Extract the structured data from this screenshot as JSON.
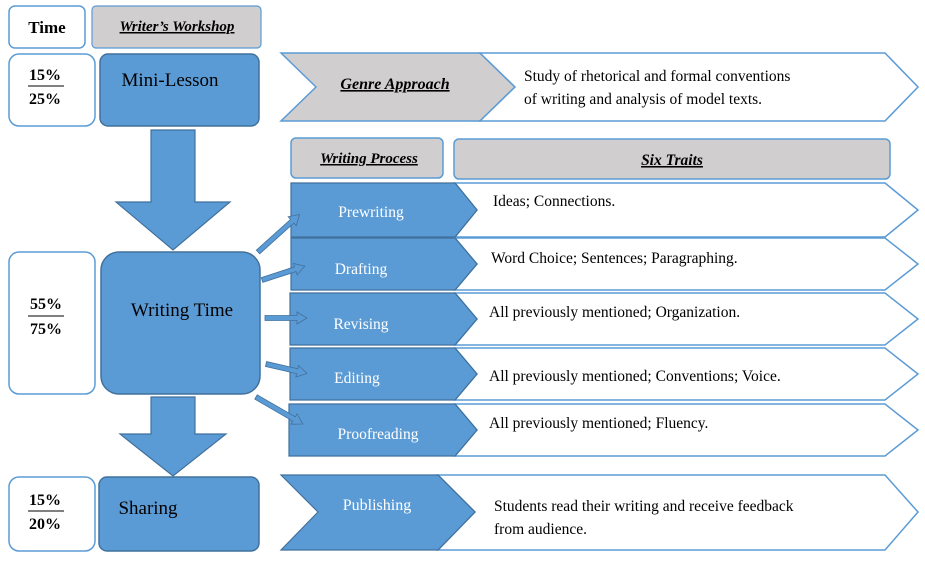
{
  "header": {
    "time_label": "Time",
    "workshop_label": "Writer’s Workshop"
  },
  "time_blocks": [
    {
      "top": "15%",
      "bottom": "25%"
    },
    {
      "top": "55%",
      "bottom": "75%"
    },
    {
      "top": "15%",
      "bottom": "20%"
    }
  ],
  "phases": {
    "mini_lesson": "Mini-Lesson",
    "writing_time": "Writing Time",
    "sharing": "Sharing"
  },
  "genre": {
    "label": "Genre Approach",
    "description_line1": "Study of rhetorical and formal conventions",
    "description_line2": "of writing and analysis of model texts."
  },
  "column_headers": {
    "writing_process": "Writing Process",
    "six_traits": "Six Traits"
  },
  "process_steps": [
    {
      "step": "Prewriting",
      "traits": "Ideas; Connections."
    },
    {
      "step": "Drafting",
      "traits": "Word Choice; Sentences; Paragraphing."
    },
    {
      "step": "Revising",
      "traits": "All previously mentioned; Organization."
    },
    {
      "step": "Editing",
      "traits": "All previously mentioned; Conventions; Voice."
    },
    {
      "step": "Proofreading",
      "traits": "All previously mentioned; Fluency."
    }
  ],
  "publishing": {
    "label": "Publishing",
    "description_line1": "Students read their writing and receive feedback",
    "description_line2": "from audience."
  },
  "colors": {
    "blue_fill": "#5b9bd5",
    "blue_stroke": "#41719c",
    "gray_fill": "#d0cece",
    "outline": "#5b9bd5"
  }
}
